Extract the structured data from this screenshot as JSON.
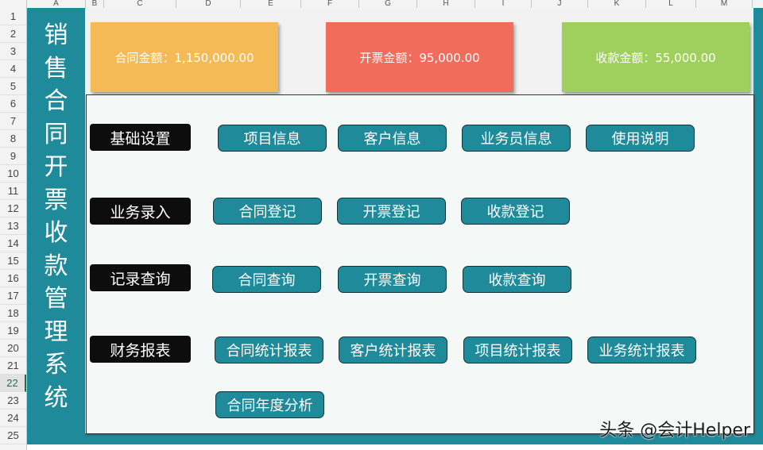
{
  "columns": [
    "A",
    "B",
    "C",
    "D",
    "E",
    "F",
    "G",
    "H",
    "I",
    "J",
    "K",
    "L",
    "M"
  ],
  "rows": [
    "1",
    "2",
    "3",
    "4",
    "5",
    "6",
    "7",
    "8",
    "9",
    "10",
    "11",
    "12",
    "13",
    "14",
    "15",
    "16",
    "17",
    "18",
    "19",
    "20",
    "21",
    "22",
    "23",
    "24",
    "25"
  ],
  "active_row": "22",
  "title": [
    "销",
    "售",
    "合",
    "同",
    "开",
    "票",
    "收",
    "款",
    "管",
    "理",
    "系",
    "统"
  ],
  "summary": {
    "contract": "合同金额：1,150,000.00",
    "invoice": "开票金额：95,000.00",
    "payment": "收款金额：55,000.00"
  },
  "colors": {
    "teal": "#1f8a99",
    "contract_card": "#f5b955",
    "invoice_card": "#f26b5b",
    "payment_card": "#9fd05d"
  },
  "sections": {
    "basic": {
      "label": "基础设置",
      "buttons": [
        "项目信息",
        "客户信息",
        "业务员信息",
        "使用说明"
      ]
    },
    "entry": {
      "label": "业务录入",
      "buttons": [
        "合同登记",
        "开票登记",
        "收款登记"
      ]
    },
    "query": {
      "label": "记录查询",
      "buttons": [
        "合同查询",
        "开票查询",
        "收款查询"
      ]
    },
    "report": {
      "label": "财务报表",
      "buttons": [
        "合同统计报表",
        "客户统计报表",
        "项目统计报表",
        "业务统计报表",
        "合同年度分析"
      ]
    }
  },
  "watermark": "头条 @会计Helper"
}
